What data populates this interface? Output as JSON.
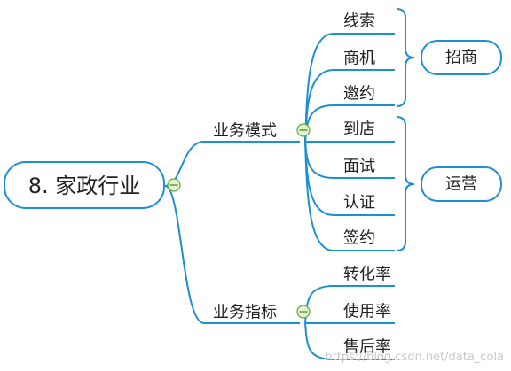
{
  "colors": {
    "line": "#1e8fd2",
    "collapse_fill": "#e3f3cf",
    "collapse_stroke": "#67a640",
    "text": "#222222",
    "background": "#ffffff"
  },
  "root": {
    "label": "8. 家政行业",
    "collapse_icon": "collapse-minus-icon"
  },
  "branches": [
    {
      "label": "业务模式",
      "collapse_icon": "collapse-minus-icon",
      "children": [
        "线索",
        "商机",
        "邀约",
        "到店",
        "面试",
        "认证",
        "签约"
      ]
    },
    {
      "label": "业务指标",
      "collapse_icon": "collapse-minus-icon",
      "children": [
        "转化率",
        "使用率",
        "售后率"
      ]
    }
  ],
  "summaries": [
    {
      "label": "招商"
    },
    {
      "label": "运营"
    }
  ],
  "watermark": "https://blog.csdn.net/data_cola"
}
